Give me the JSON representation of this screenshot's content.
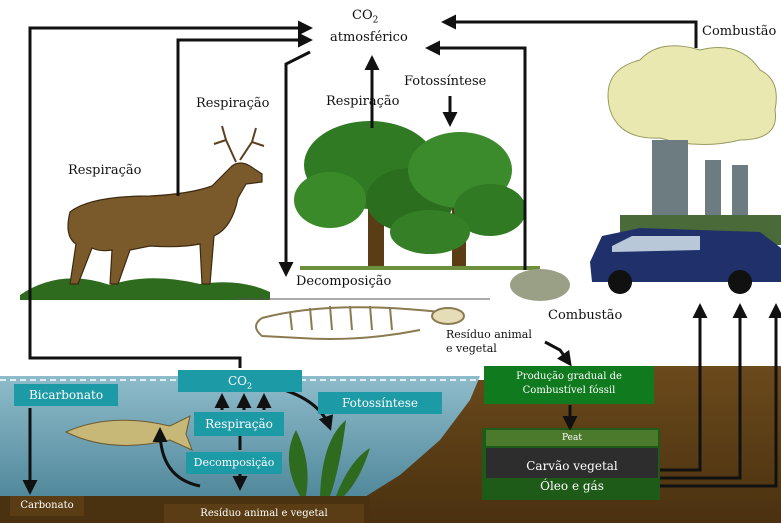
{
  "atmosphere": {
    "co2_label": "CO",
    "co2_subscript": "2",
    "co2_sublabel": "atmosférico"
  },
  "land": {
    "respiration_deer_left": "Respiração",
    "respiration_deer_right": "Respiração",
    "respiration_tree": "Respiração",
    "photosynthesis": "Fotossíntese",
    "decomposition": "Decomposição",
    "residue_line1": "Resíduo animal",
    "residue_line2": "e vegetal",
    "combustion_top": "Combustão",
    "combustion_mid": "Combustão"
  },
  "water": {
    "bicarbonate": "Bicarbonato",
    "co2_label": "CO",
    "co2_subscript": "2",
    "respiration": "Respiração",
    "photosynthesis": "Fotossíntese",
    "decomposition": "Decomposição",
    "carbonate": "Carbonato",
    "residue": "Resíduo animal e vegetal"
  },
  "fossil": {
    "formation": "Produção gradual de Combustível fóssil",
    "peat": "Peat",
    "charcoal": "Carvão vegetal",
    "oil_gas": "Óleo e gás"
  },
  "colors": {
    "teal_box": "#1c9aa6",
    "green_box": "#0f7a1e",
    "soil": "#5a3d14",
    "water": "#6fa6b8",
    "arrow": "#111111"
  }
}
